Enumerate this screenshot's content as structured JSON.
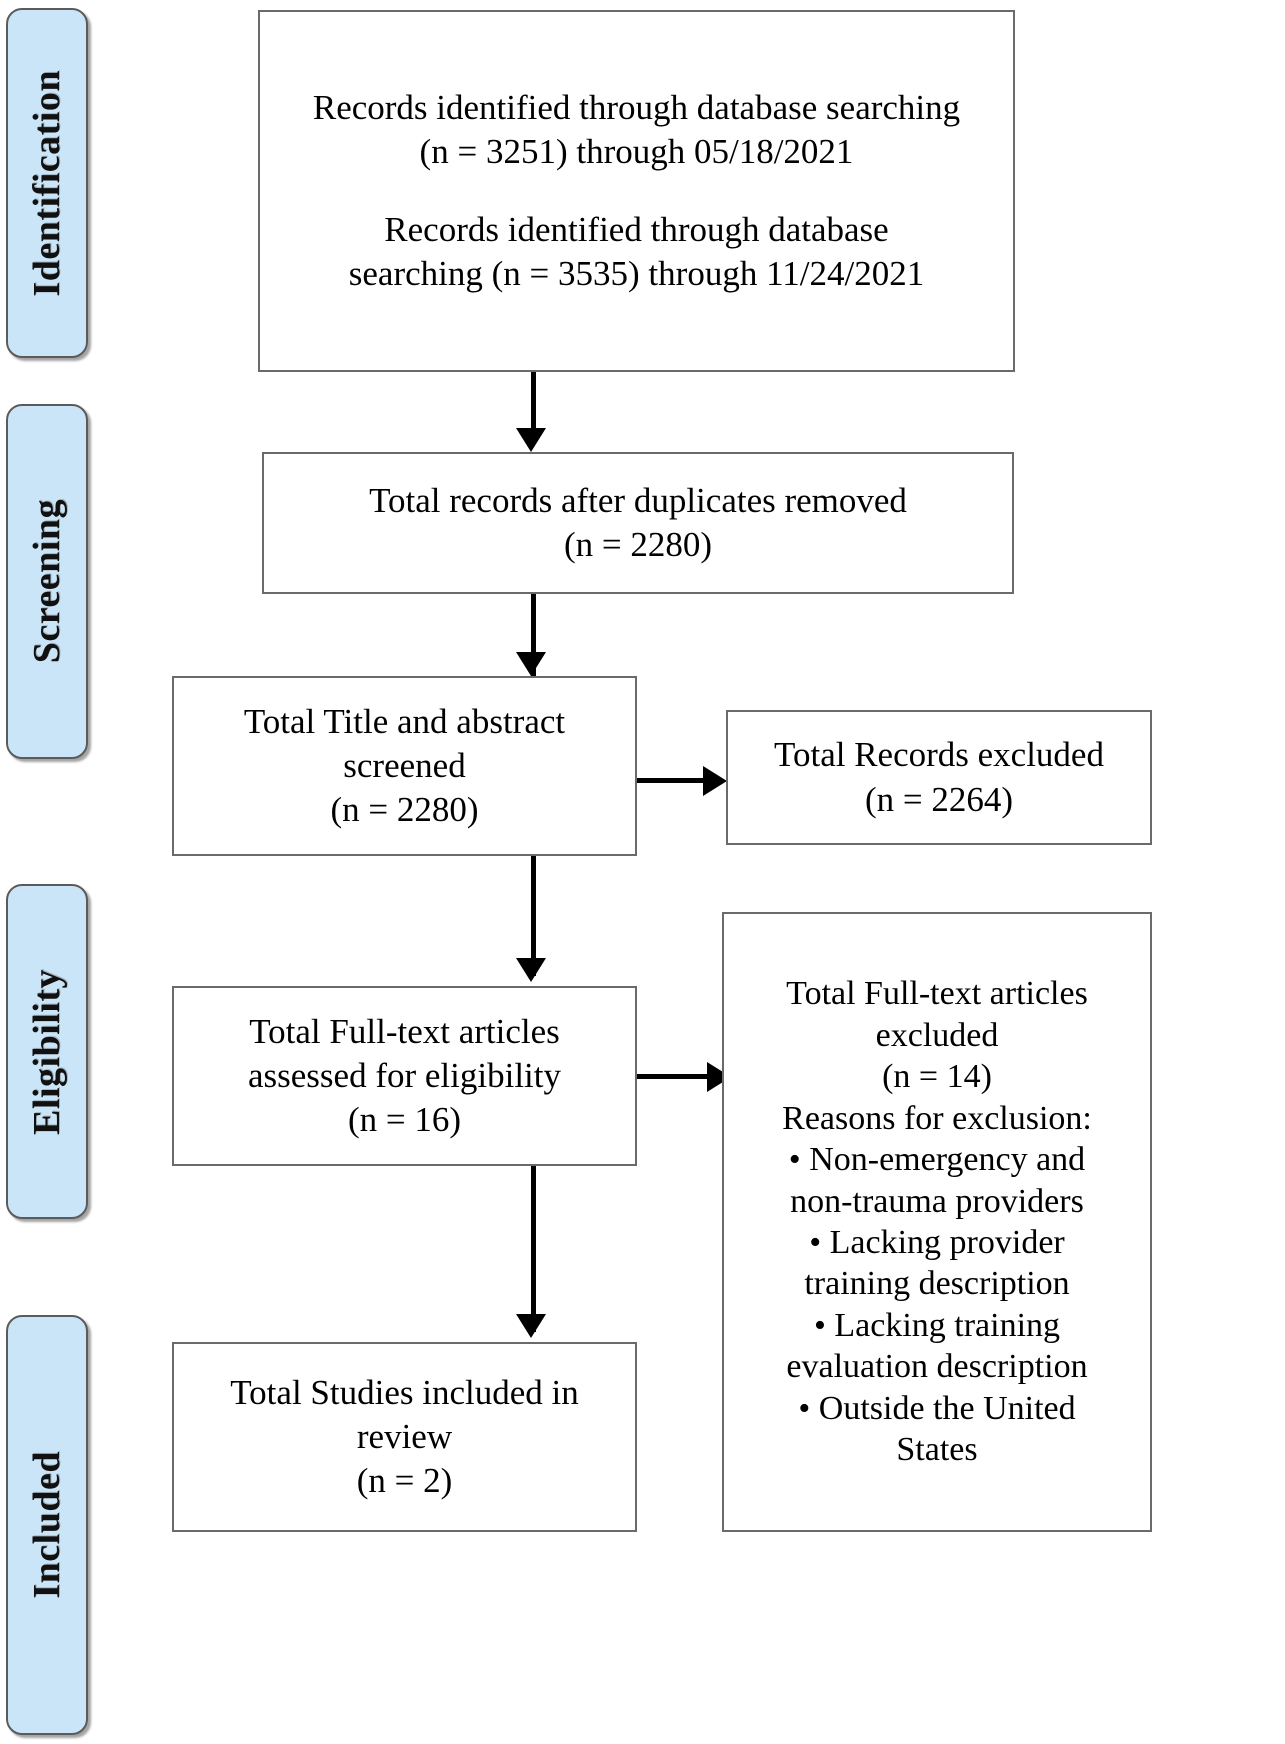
{
  "diagram": {
    "type": "prisma-flow-diagram",
    "stages": [
      {
        "id": "identification",
        "label": "Identification"
      },
      {
        "id": "screening",
        "label": "Screening"
      },
      {
        "id": "eligibility",
        "label": "Eligibility"
      },
      {
        "id": "included",
        "label": "Included"
      }
    ],
    "nodes": {
      "records_identified": {
        "line1": "Records identified through database searching",
        "line2": "(n = 3251) through 05/18/2021",
        "line3": "Records identified through database",
        "line4": "searching (n = 3535) through 11/24/2021",
        "counts": {
          "search1_n": 3251,
          "search1_date": "05/18/2021",
          "search2_n": 3535,
          "search2_date": "11/24/2021"
        }
      },
      "duplicates_removed": {
        "line1": "Total records after duplicates removed",
        "line2": "(n = 2280)",
        "count": 2280
      },
      "title_abstract_screened": {
        "line1": "Total Title and abstract",
        "line2": "screened",
        "line3": "(n = 2280)",
        "count": 2280
      },
      "records_excluded": {
        "line1": "Total Records excluded",
        "line2": "(n = 2264)",
        "count": 2264
      },
      "fulltext_assessed": {
        "line1": "Total Full-text articles",
        "line2": "assessed for eligibility",
        "line3": "(n = 16)",
        "count": 16
      },
      "fulltext_excluded": {
        "line1": "Total Full-text articles",
        "line2": "excluded",
        "line3": "(n = 14)",
        "count": 14,
        "reasons_heading": "Reasons for exclusion:",
        "reason1_a": "• Non-emergency and",
        "reason1_b": "non-trauma providers",
        "reason2_a": "• Lacking provider",
        "reason2_b": "training description",
        "reason3_a": "• Lacking training",
        "reason3_b": "evaluation description",
        "reason4_a": "• Outside the United",
        "reason4_b": "States"
      },
      "studies_included": {
        "line1": "Total Studies included in",
        "line2": "review",
        "line3": "(n = 2)",
        "count": 2
      }
    },
    "colors": {
      "stage_fill": "#cbe5f8",
      "stage_border": "#5b5b5b",
      "node_border": "#6a6a6a",
      "connector": "#000000",
      "background": "#ffffff",
      "text": "#000000"
    }
  }
}
